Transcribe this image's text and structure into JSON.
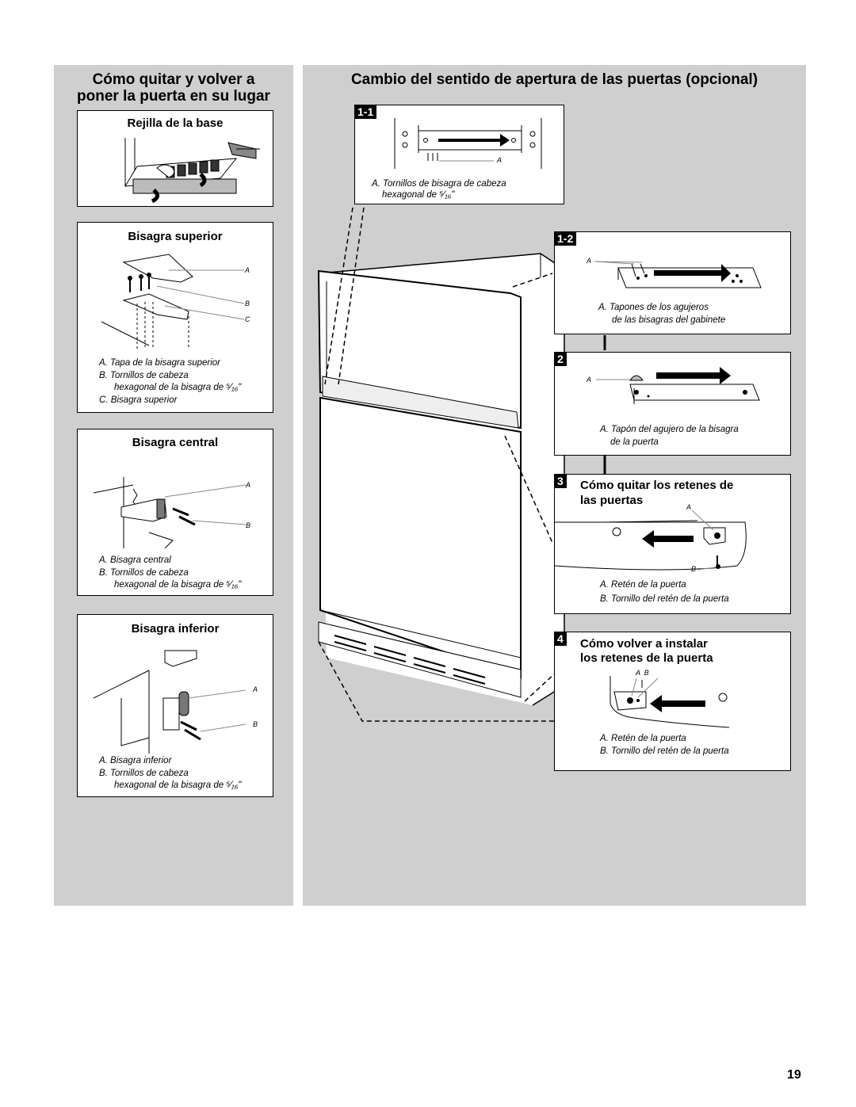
{
  "left": {
    "title_line1": "Cómo quitar y volver a",
    "title_line2": "poner la puerta en su lugar",
    "base": {
      "heading": "Rejilla de la base"
    },
    "top_hinge": {
      "heading": "Bisagra superior",
      "labels": [
        "A",
        "B",
        "C"
      ],
      "cap_a": "A. Tapa de la bisagra superior",
      "cap_b1": "B. Tornillos de cabeza",
      "cap_b2": "hexagonal de la bisagra de ⁵⁄₁₆\"",
      "cap_c": "C. Bisagra superior"
    },
    "center_hinge": {
      "heading": "Bisagra central",
      "labels": [
        "A",
        "B"
      ],
      "cap_a": "A. Bisagra central",
      "cap_b1": "B. Tornillos de cabeza",
      "cap_b2": "hexagonal de la bisagra de ⁵⁄₁₆\""
    },
    "bottom_hinge": {
      "heading": "Bisagra inferior",
      "labels": [
        "A",
        "B"
      ],
      "cap_a": "A. Bisagra inferior",
      "cap_b1": "B. Tornillos de cabeza",
      "cap_b2": "hexagonal de la bisagra de ⁵⁄₁₆\""
    }
  },
  "right": {
    "title": "Cambio del sentido de apertura de las puertas (opcional)",
    "step_1_1": {
      "num": "1-1",
      "label": "A",
      "cap1": "A. Tornillos de bisagra de cabeza",
      "cap2": "hexagonal de ⁵⁄₁₆\""
    },
    "step_1_2": {
      "num": "1-2",
      "label": "A",
      "cap1": "A. Tapones de los agujeros",
      "cap2": "de las bisagras del gabinete"
    },
    "step_2": {
      "num": "2",
      "label": "A",
      "cap1": "A. Tapón del agujero de la bisagra",
      "cap2": "de la puerta"
    },
    "step_3": {
      "num": "3",
      "title1": "Cómo quitar los retenes de",
      "title2": "las puertas",
      "label_a": "A",
      "label_b": "B",
      "cap1": "A. Retén de la puerta",
      "cap2": "B. Tornillo del retén de la puerta"
    },
    "step_4": {
      "num": "4",
      "title1": "Cómo volver a instalar",
      "title2": "los retenes de la puerta",
      "label_ab": "A  B",
      "cap1": "A. Retén de la puerta",
      "cap2": "B. Tornillo del retén de la puerta"
    }
  },
  "page_number": "19"
}
